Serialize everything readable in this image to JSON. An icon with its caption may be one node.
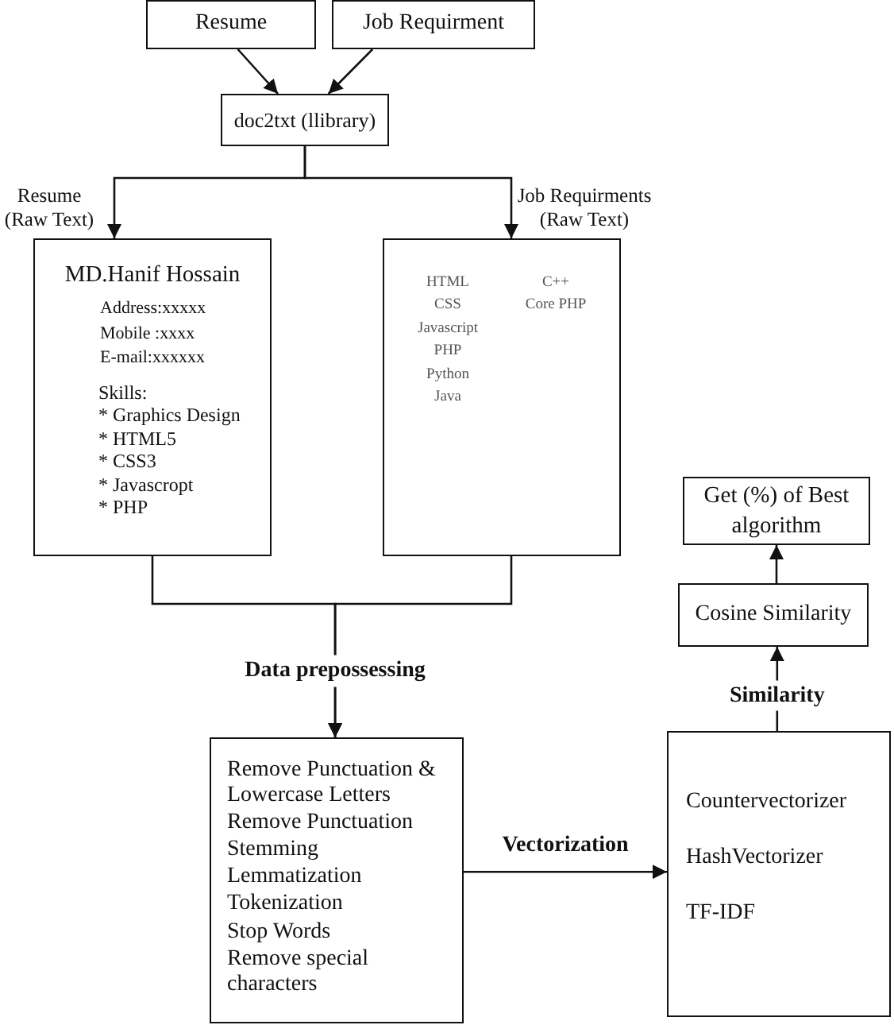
{
  "diagram": {
    "nodes": [
      {
        "text": [
          "Resume"
        ]
      },
      {
        "text": [
          "Job Requirment"
        ]
      },
      {
        "text": [
          "doc2txt (llibrary)"
        ]
      },
      {
        "text": [
          "MD.Hanif Hossain",
          "Address:xxxxx",
          "Mobile :xxxx",
          "E-mail:xxxxxx",
          "Skills:",
          "* Graphics Design",
          "* HTML5",
          "* CSS3",
          "* Javascropt",
          "* PHP"
        ],
        "beside": [
          "Resume (Raw Text)"
        ]
      },
      {
        "text": [
          "HTML",
          "CSS",
          "Javascript",
          "PHP",
          "Python",
          "Java",
          "C++",
          "Core PHP"
        ],
        "beside": [
          "Job Requirments (Raw Text)"
        ]
      },
      {
        "text": [
          "Remove Punctuation & Lowercase Letters",
          "Remove Punctuation",
          "Stemming",
          "Lemmatization",
          "Tokenization",
          "Stop Words",
          "Remove special characters"
        ]
      },
      {
        "text": [
          "Countervectorizer",
          "HashVectorizer",
          "TF-IDF"
        ]
      },
      {
        "text": [
          "Cosine Similarity"
        ]
      },
      {
        "text": [
          "Get (%) of Best algorithm"
        ]
      }
    ],
    "edges": [
      {
        "from": 0,
        "to": 2,
        "arrow": "to"
      },
      {
        "from": 1,
        "to": 2,
        "arrow": "to"
      },
      {
        "from": 2,
        "to": 3,
        "arrow": "to"
      },
      {
        "from": 2,
        "to": 4,
        "arrow": "to"
      },
      {
        "from": 3,
        "to": 5,
        "arrow": "to",
        "label": "Data prepossessing"
      },
      {
        "from": 4,
        "to": 5,
        "arrow": "to"
      },
      {
        "from": 5,
        "to": 6,
        "arrow": "to",
        "label": "Vectorization"
      },
      {
        "from": 6,
        "to": 7,
        "arrow": "to",
        "label": "Similarity"
      },
      {
        "from": 7,
        "to": 8,
        "arrow": "to"
      }
    ]
  }
}
